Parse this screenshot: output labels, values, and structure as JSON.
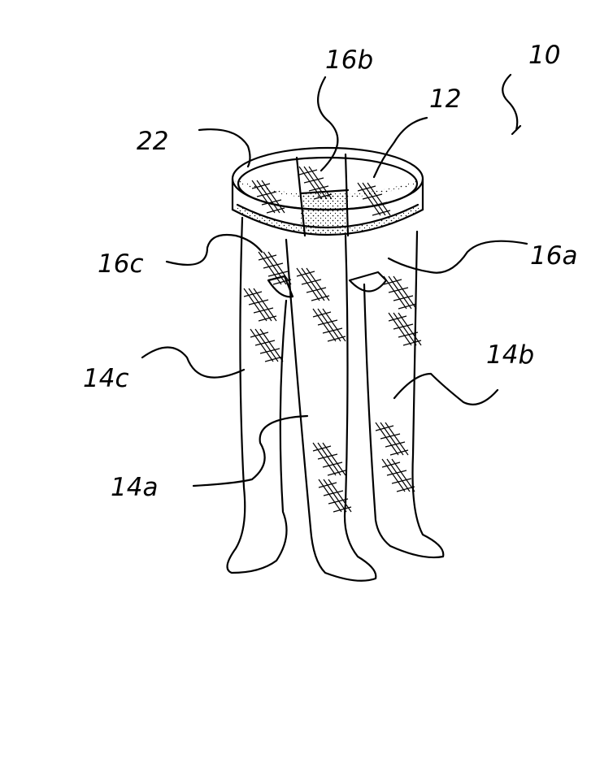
{
  "figure": {
    "reference_labels": {
      "assembly": "10",
      "panel_b": "16b",
      "interior": "12",
      "waistband": "22",
      "panel_c": "16c",
      "panel_a": "16a",
      "leg_c": "14c",
      "leg_b": "14b",
      "leg_a": "14a"
    }
  }
}
